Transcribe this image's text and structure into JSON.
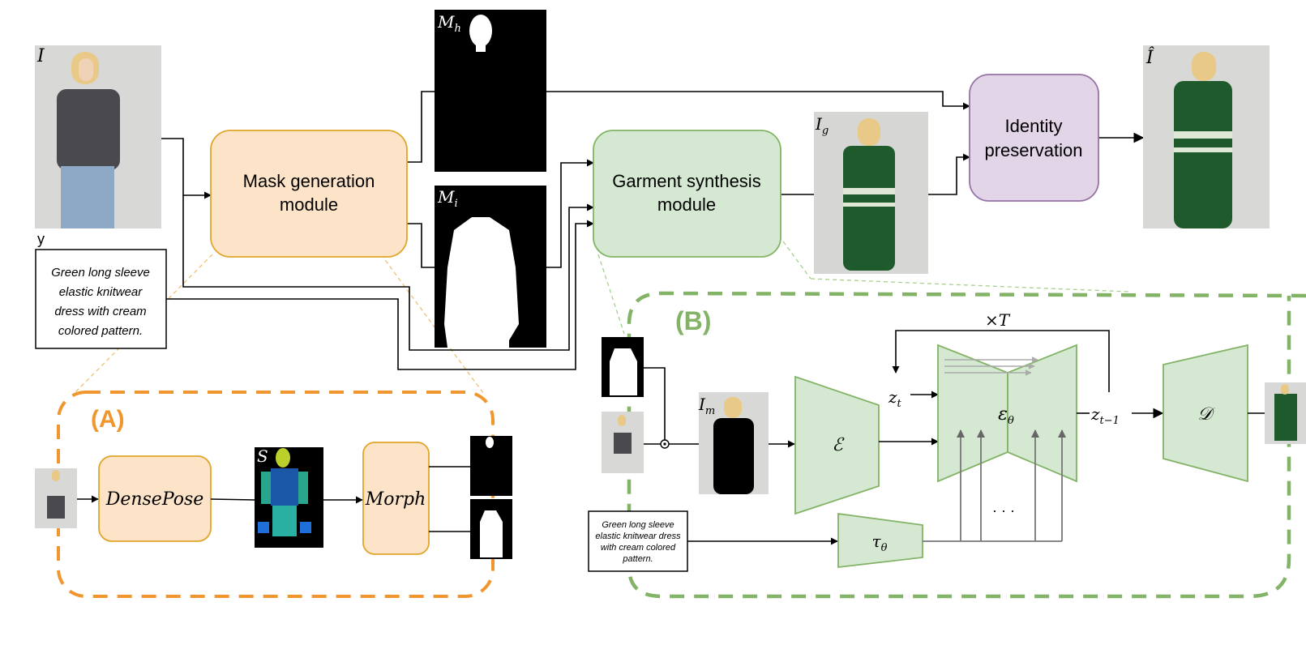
{
  "modules": {
    "mask_generation": "Mask generation module",
    "garment_synthesis": "Garment synthesis module",
    "identity_preservation": "Identity preservation"
  },
  "symbols": {
    "input_image": "I",
    "output_image": "Î",
    "head_mask": "M_h",
    "inpaint_mask": "M_i",
    "garment_image": "I_g",
    "masked_image": "I_m",
    "text_var": "y",
    "encoder": "ℰ",
    "decoder": "𝒟",
    "unet": "ε_θ",
    "text_encoder": "τ_θ",
    "z_t": "z_t",
    "z_t_minus_1": "z_{t−1}",
    "times_T": "×T",
    "ellipsis": "· · ·"
  },
  "text_prompt": {
    "line1": "Green long sleeve",
    "line2": "elastic knitwear",
    "line3": "dress with cream",
    "line4": "colored pattern.",
    "small_line1": "Green long sleeve",
    "small_line2": "elastic knitwear dress",
    "small_line3": "with cream colored",
    "small_line4": "pattern."
  },
  "panels": {
    "a_label": "(A)",
    "b_label": "(B)",
    "densepose": "DensePose",
    "segmentation": "S",
    "morph": "Morph"
  },
  "colors": {
    "orange_fill": "#fde4c9",
    "orange_stroke": "#e0a52a",
    "orange_dash": "#f0962e",
    "green_fill": "#d5e9d2",
    "green_stroke": "#82b366",
    "green_dash": "#82b366",
    "purple_fill": "#e2d5e8",
    "purple_stroke": "#9673a6"
  }
}
